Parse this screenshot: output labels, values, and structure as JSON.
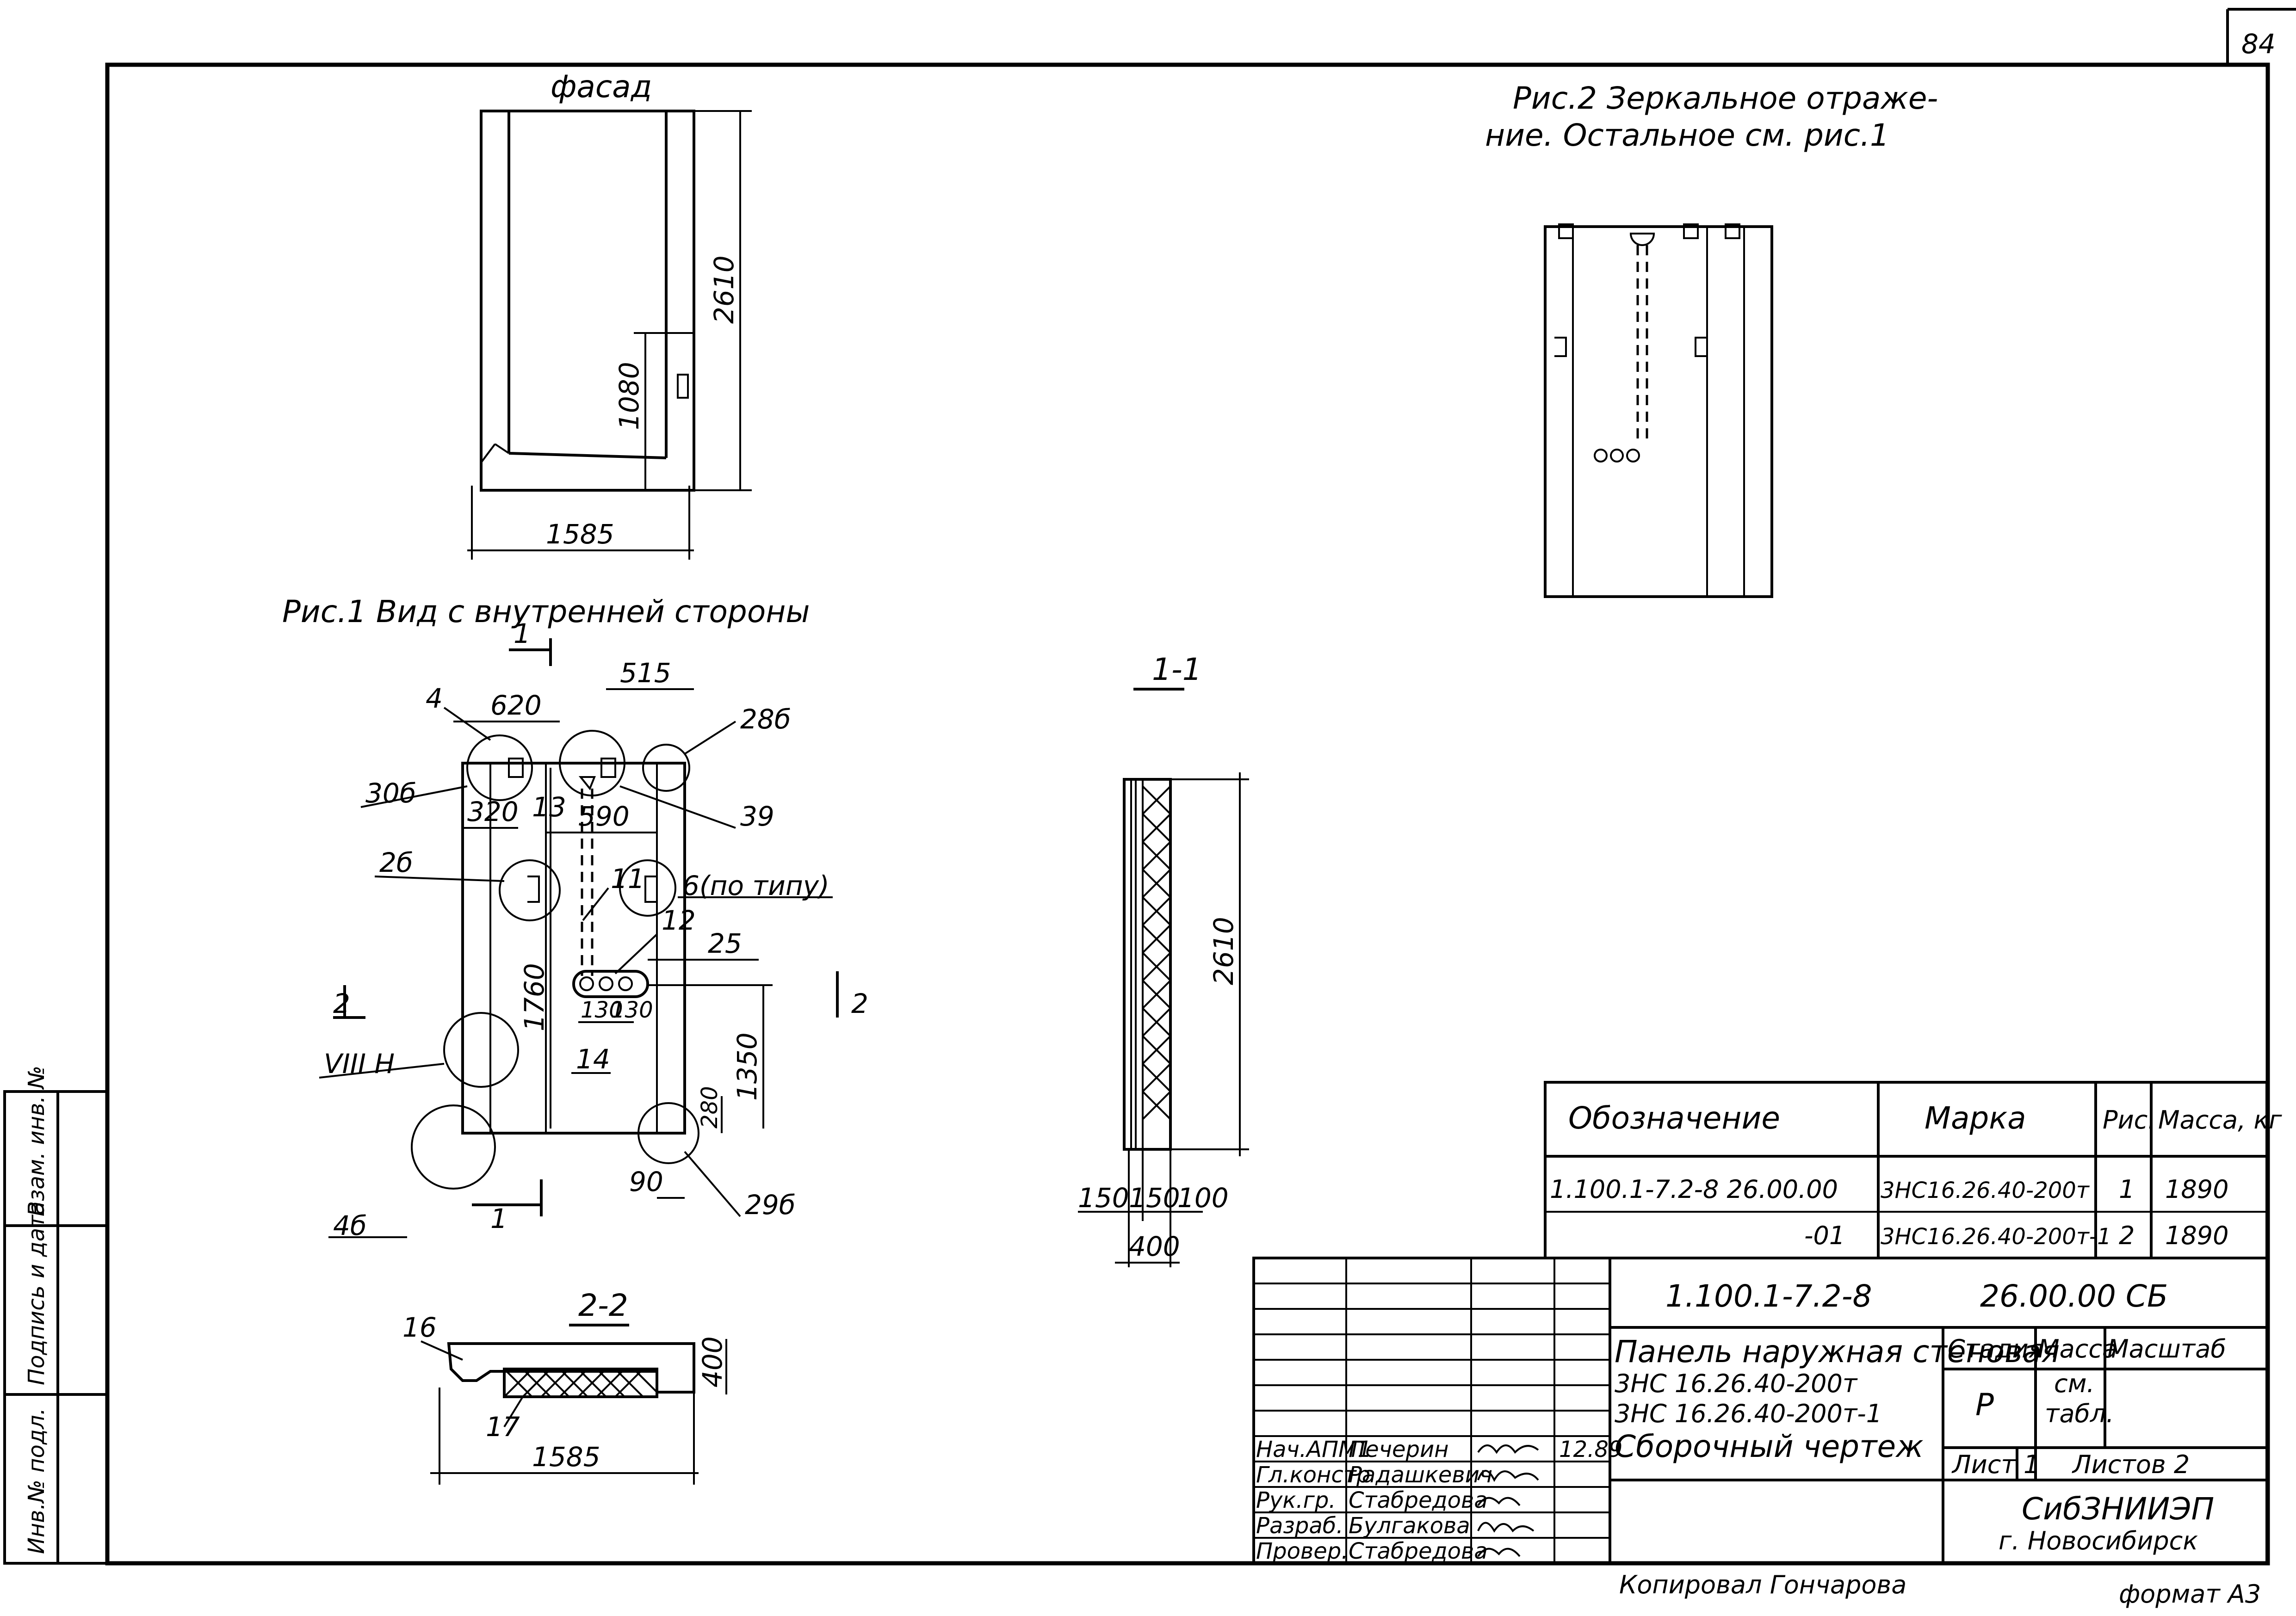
{
  "sheet": {
    "number": "84",
    "format_note": "формат А3",
    "copied_by": "Копировал Гончарова"
  },
  "side_stamp": {
    "col1": "Инв.№ подл.",
    "col2": "Подпись и дата",
    "col3": "Взам. инв. №"
  },
  "views": {
    "facade": {
      "title": "фасад",
      "dim_height": "2610",
      "dim_door": "1080",
      "dim_width": "1585"
    },
    "fig1": {
      "caption": "Рис.1 Вид с внутренней стороны",
      "section_mark": "1",
      "dims": [
        "620",
        "515",
        "320",
        "590",
        "1760",
        "130",
        "130",
        "1350",
        "280",
        "90"
      ],
      "callouts": [
        "4",
        "28б",
        "30б",
        "13",
        "39",
        "2б",
        "11",
        "6(по типу)",
        "12",
        "25",
        "VIII Н",
        "14",
        "4б",
        "29б"
      ],
      "cut_marks": [
        "2",
        "2"
      ]
    },
    "fig2": {
      "caption_line1": "Рис.2 Зеркальное отраже-",
      "caption_line2": "ние. Остальное см. рис.1"
    },
    "section11": {
      "title": "1-1",
      "dim_height": "2610",
      "dims": [
        "150",
        "150",
        "100",
        "400"
      ]
    },
    "section22": {
      "title": "2-2",
      "dim_width": "1585",
      "dim_depth": "400",
      "callouts": [
        "16",
        "17"
      ]
    }
  },
  "spec_table": {
    "headers": [
      "Обозначение",
      "Марка",
      "Рис.",
      "Масса, кг"
    ],
    "rows": [
      [
        "1.100.1-7.2-8    26.00.00",
        "3НС16.26.40-200т",
        "1",
        "1890"
      ],
      [
        "-01",
        "3НС16.26.40-200т-1",
        "2",
        "1890"
      ]
    ]
  },
  "title_block": {
    "code": "1.100.1-7.2-8",
    "doc_code": "26.00.00 СБ",
    "desc_line1": "Панель наружная стеновая",
    "desc_line2": "3НС 16.26.40-200т",
    "desc_line3": "3НС 16.26.40-200т-1",
    "desc_line4": "Сборочный чертеж",
    "stage_header": "Стадия",
    "mass_header": "Масса",
    "scale_header": "Масштаб",
    "stage_value": "Р",
    "mass_value_1": "см.",
    "mass_value_2": "табл.",
    "sheet_label": "Лист 1",
    "sheets_label": "Листов 2",
    "org": "СибЗНИИЭП",
    "city": "г. Новосибирск",
    "date": "12.89",
    "staff": [
      {
        "role": "Нач.АПМ1",
        "name": "Печерин"
      },
      {
        "role": "Гл.констр",
        "name": "Радашкевич"
      },
      {
        "role": "Рук.гр.",
        "name": "Стабредова"
      },
      {
        "role": "Разраб.",
        "name": "Булгакова"
      },
      {
        "role": "Провер.",
        "name": "Стабредова"
      }
    ]
  }
}
